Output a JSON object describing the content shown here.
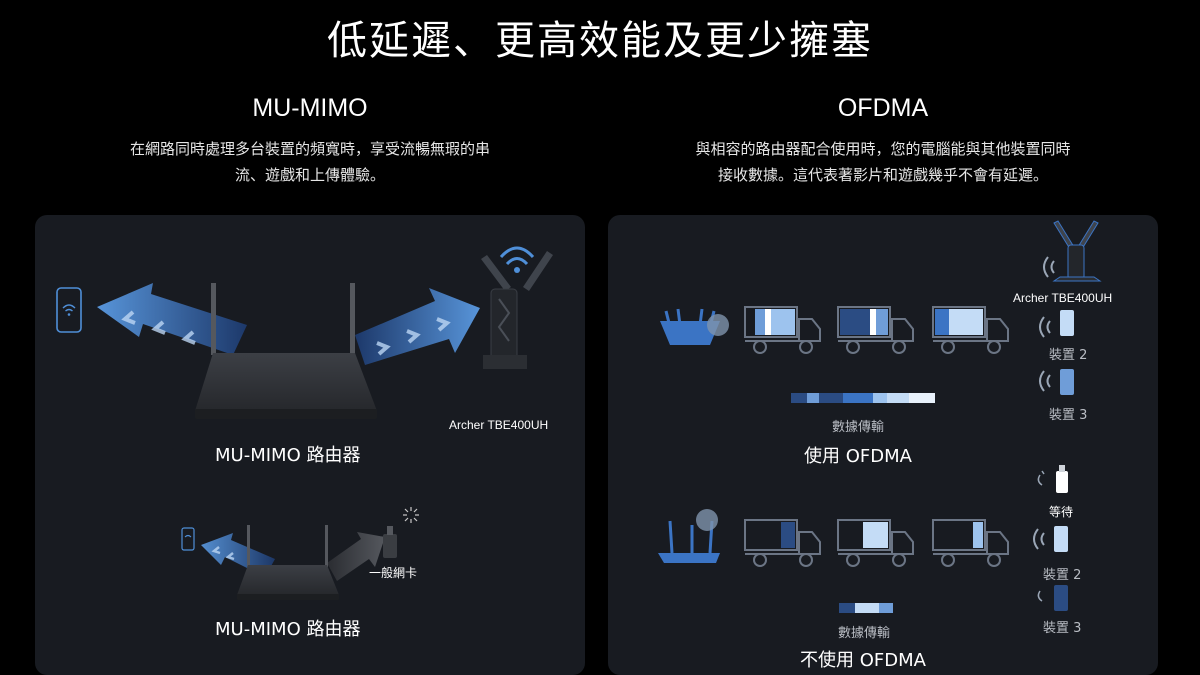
{
  "page": {
    "title": "低延遲、更高效能及更少擁塞"
  },
  "left": {
    "heading": "MU-MIMO",
    "description_line1": "在網路同時處理多台裝置的頻寬時，享受流暢無瑕的串",
    "description_line2": "流、遊戲和上傳體驗。",
    "diagram_top": {
      "adapter_label": "Archer TBE400UH",
      "router_label": "MU-MIMO 路由器"
    },
    "diagram_bottom": {
      "adapter_label": "一般網卡",
      "router_label": "MU-MIMO 路由器"
    }
  },
  "right": {
    "heading": "OFDMA",
    "description_line1": "與相容的路由器配合使用時，您的電腦能與其他裝置同時",
    "description_line2": "接收數據。這代表著影片和遊戲幾乎不會有延遲。",
    "diagram_top": {
      "adapter_label": "Archer TBE400UH",
      "device2_label": "裝置 2",
      "device3_label": "裝置 3",
      "transfer_label": "數據傳輸",
      "caption": "使用 OFDMA"
    },
    "diagram_bottom": {
      "waiting_label": "等待",
      "device2_label": "裝置 2",
      "device3_label": "裝置 3",
      "transfer_label": "數據傳輸",
      "caption": "不使用 OFDMA"
    }
  },
  "colors": {
    "background": "#000000",
    "panel": "#181b21",
    "accent_blue": "#3b74c4",
    "light_blue": "#9dc3ee",
    "navy": "#2b4c83"
  }
}
